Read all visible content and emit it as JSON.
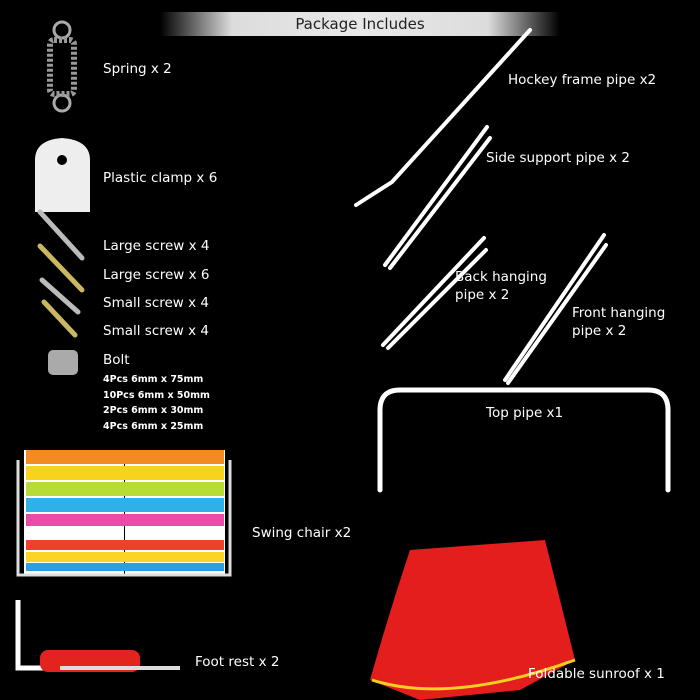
{
  "header": {
    "title": "Package  Includes"
  },
  "items": {
    "spring": "Spring x 2",
    "clamp": "Plastic clamp x 6",
    "large_screw_1": "Large screw x 4",
    "large_screw_2": "Large screw x 6",
    "small_screw_1": "Small screw x 4",
    "small_screw_2": "Small screw x 4",
    "bolt": "Bolt",
    "bolt_specs": [
      "4Pcs 6mm x 75mm",
      "10Pcs 6mm x 50mm",
      "2Pcs 6mm x 30mm",
      "4Pcs 6mm x 25mm"
    ],
    "swing_chair": "Swing chair x2",
    "foot_rest": "Foot rest x 2",
    "hockey_pipe": "Hockey frame pipe x2",
    "side_pipe": "Side support pipe x 2",
    "back_pipe_1": "Back hanging",
    "back_pipe_2": "pipe x 2",
    "front_pipe_1": "Front hanging",
    "front_pipe_2": "pipe x 2",
    "top_pipe": "Top pipe x1",
    "sunroof": "Foldable sunroof x 1"
  }
}
